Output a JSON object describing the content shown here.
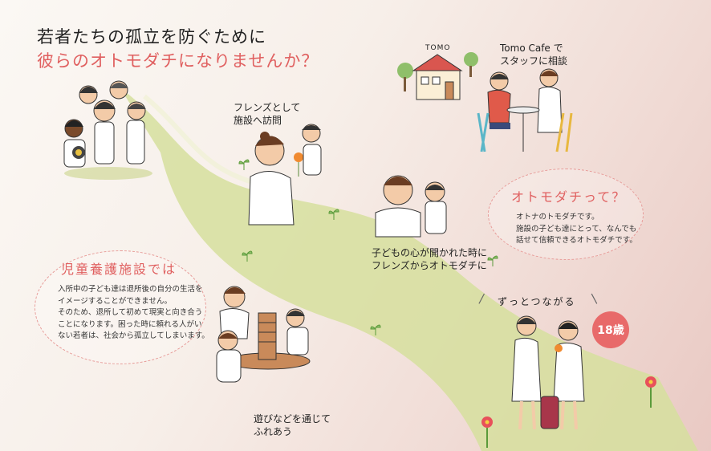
{
  "headline": {
    "line1": "若者たちの孤立を防ぐために",
    "line2": "彼らのオトモダチになりませんか？"
  },
  "labels": {
    "friends_visit": [
      "フレンズとして",
      "施設へ訪問"
    ],
    "tomo_sign": "TOMO",
    "tomo_cafe": [
      "Tomo Cafe で",
      "スタッフに相談"
    ],
    "heart_open": [
      "子どもの心が開かれた時に",
      "フレンズからオトモダチに"
    ],
    "play": [
      "遊びなどを通じて",
      "ふれあう"
    ],
    "always_connected": "ずっとつながる",
    "age": "18歳"
  },
  "bubble_otomodachi": {
    "title": "オトモダチって？",
    "lines": [
      "オトナのトモダチです。",
      "施設の子ども達にとって、なんでも",
      "話せて信頼できるオトモダチです。"
    ]
  },
  "bubble_facility": {
    "title": "児童養護施設では",
    "lines": [
      "入所中の子ども達は退所後の自分の生活を",
      "イメージすることができません。",
      "そのため、退所して初めて現実と向き合う",
      "ことになります。困った時に頼れる人がい",
      "ない若者は、社会から孤立してしまいます。"
    ]
  },
  "colors": {
    "accent": "#e06060",
    "path": "#d6df9e",
    "bubble_border": "#e79b98",
    "age_badge": "#e86a6a"
  }
}
